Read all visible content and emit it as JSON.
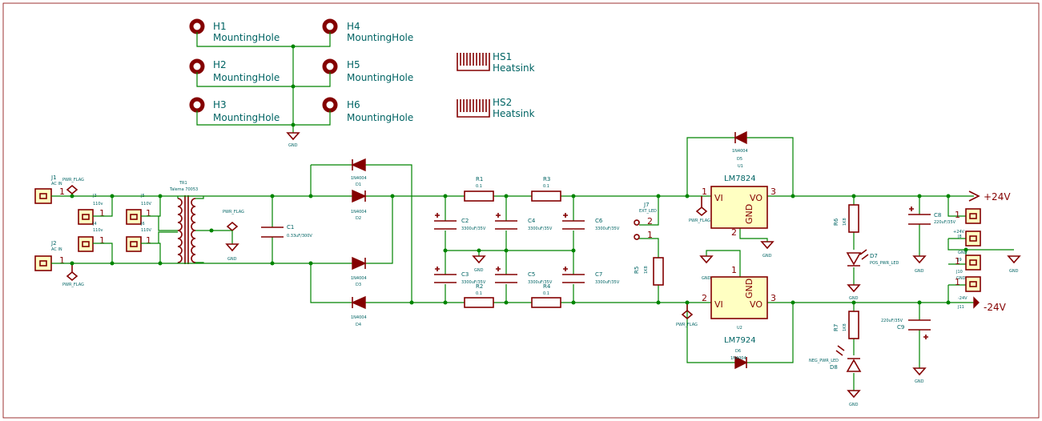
{
  "mounting_holes": [
    {
      "ref": "H1",
      "value": "MountingHole"
    },
    {
      "ref": "H2",
      "value": "MountingHole"
    },
    {
      "ref": "H3",
      "value": "MountingHole"
    },
    {
      "ref": "H4",
      "value": "MountingHole"
    },
    {
      "ref": "H5",
      "value": "MountingHole"
    },
    {
      "ref": "H6",
      "value": "MountingHole"
    }
  ],
  "heatsinks": [
    {
      "ref": "HS1",
      "value": "Heatsink"
    },
    {
      "ref": "HS2",
      "value": "Heatsink"
    }
  ],
  "connectors": {
    "j1_ref": "J1",
    "j1_val": "AC IN",
    "j2_ref": "J2",
    "j2_val": "AC IN",
    "j3_ref": "J3",
    "j3_val": "110v",
    "j4_ref": "J4",
    "j4_val": "110v",
    "j5_ref": "J5",
    "j5_val": "110V",
    "j6_ref": "J6",
    "j6_val": "110V",
    "j7_ref": "J7",
    "j7_val": "EXT_LED",
    "j8_ref": "J8",
    "j8_val": "+24V",
    "j9_ref": "J9",
    "j9_val": "GND",
    "j10_ref": "J10",
    "j10_val": "GND",
    "j11_ref": "J11",
    "j11_val": "-24V",
    "pin1": "1",
    "pin2": "2"
  },
  "transformer": {
    "ref": "TR1",
    "value": "Talema 70053"
  },
  "pwr_flag": "PWR_FLAG",
  "gnd": "GND",
  "capacitors": {
    "c1_ref": "C1",
    "c1_val": "0.33uF/300V",
    "c2_ref": "C2",
    "c2_val": "3300uF/35V",
    "c3_ref": "C3",
    "c3_val": "3300uF/35V",
    "c4_ref": "C4",
    "c4_val": "3300uF/35V",
    "c5_ref": "C5",
    "c5_val": "3300uF/35V",
    "c6_ref": "C6",
    "c6_val": "3300uF/35V",
    "c7_ref": "C7",
    "c7_val": "3300uF/35V",
    "c8_ref": "C8",
    "c8_val": "220uF/35V",
    "c9_ref": "C9",
    "c9_val": "220uF/35V"
  },
  "resistors": {
    "r1_ref": "R1",
    "r1_val": "0.1",
    "r2_ref": "R2",
    "r2_val": "0.1",
    "r3_ref": "R3",
    "r3_val": "0.1",
    "r4_ref": "R4",
    "r4_val": "0.1",
    "r5_ref": "R5",
    "r5_val": "1K8",
    "r6_ref": "R6",
    "r6_val": "1K8",
    "r7_ref": "R7",
    "r7_val": "1K8"
  },
  "diodes": {
    "d1_ref": "D1",
    "d2_ref": "D2",
    "d3_ref": "D3",
    "d4_ref": "D4",
    "d5_ref": "D5",
    "d6_ref": "D6",
    "part": "1N4004",
    "d7_ref": "D7",
    "d7_val": "POS_PWR_LED",
    "d8_ref": "D8",
    "d8_val": "NEG_PWR_LED"
  },
  "regulators": {
    "u1_ref": "U1",
    "u1_val": "LM7824",
    "u2_ref": "U2",
    "u2_val": "LM7924",
    "pin_vi": "VI",
    "pin_vo": "VO",
    "pin_gnd": "GND",
    "p1": "1",
    "p2": "2",
    "p3": "3"
  },
  "power_labels": {
    "pos": "+24V",
    "neg": "-24V"
  }
}
